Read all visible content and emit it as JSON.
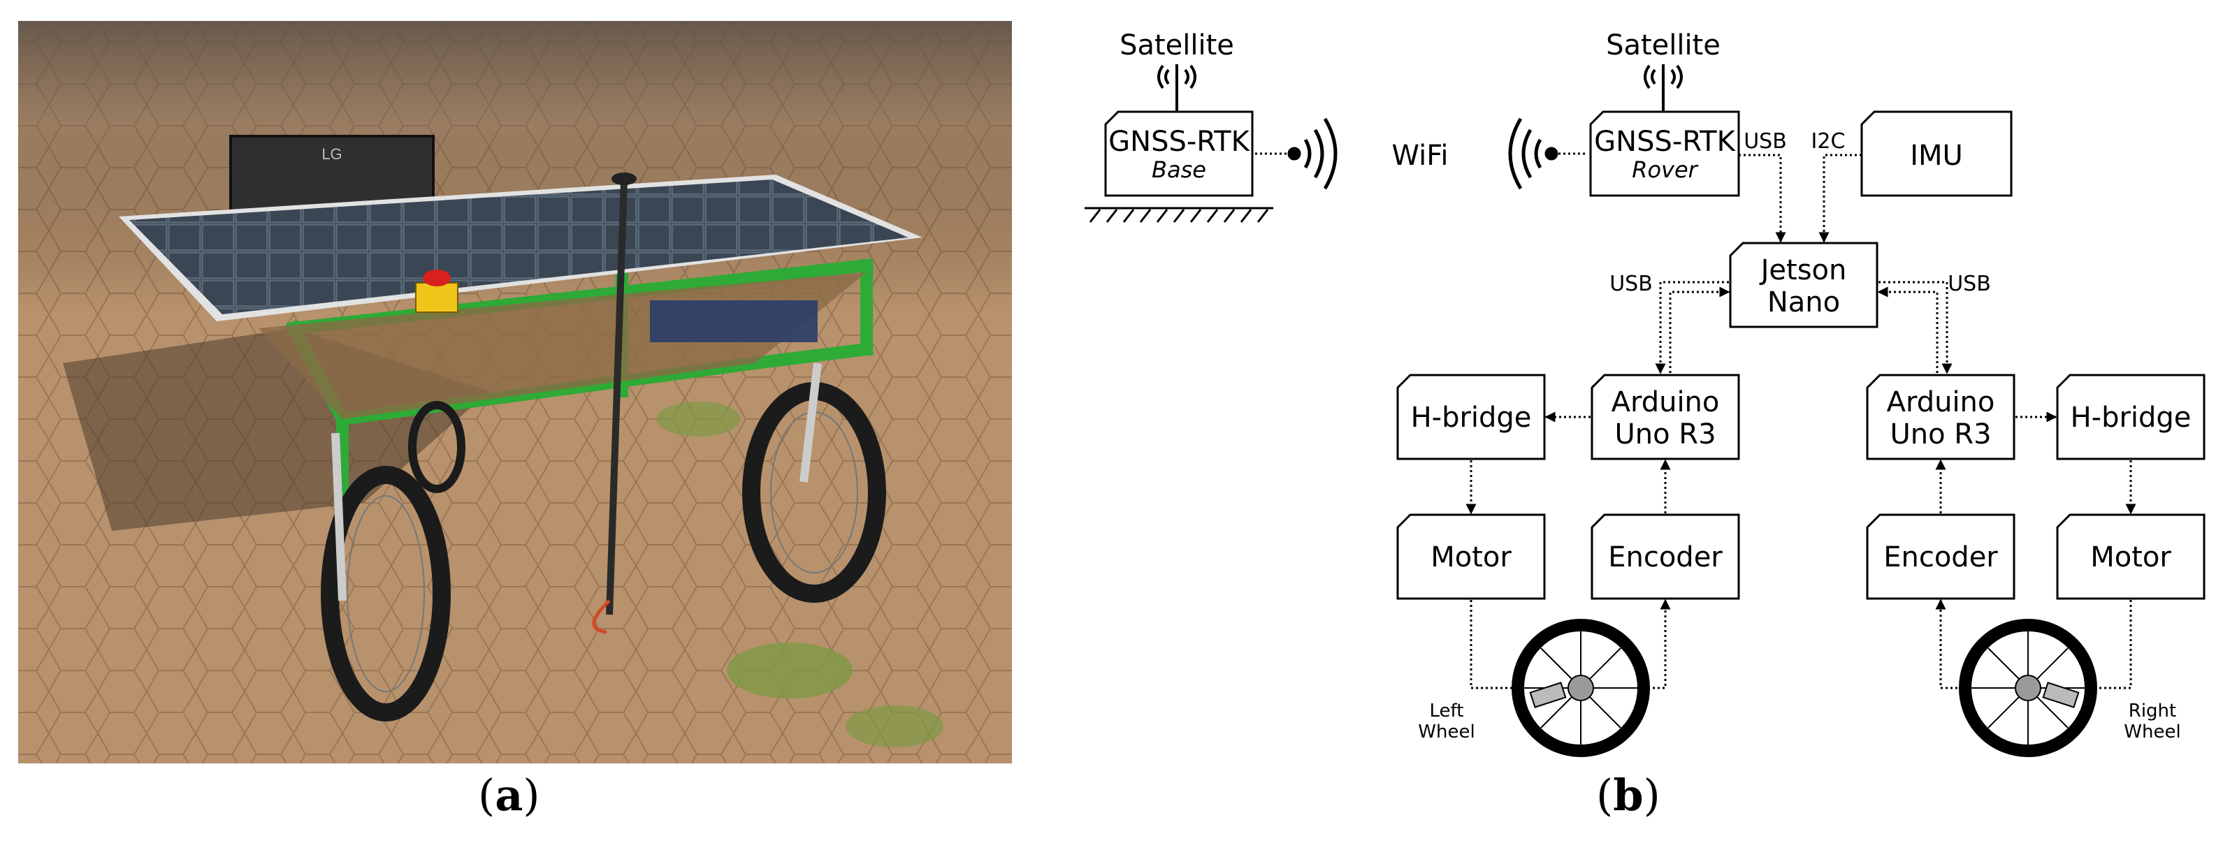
{
  "panel_a": {
    "caption_letter": "a",
    "monitor_brand": "LG",
    "colors": {
      "sky_soil": "#b08a66",
      "frame": "#2eaa36",
      "panel": "#3d4855",
      "panel_edge": "#e2e2e2",
      "estop": "#d8201c",
      "estop_base": "#f0c419"
    }
  },
  "panel_b": {
    "caption_letter": "b",
    "labels": {
      "satellite_left": "Satellite",
      "satellite_right": "Satellite",
      "wifi": "WiFi",
      "usb_rover": "USB",
      "i2c": "I2C",
      "usb_left": "USB",
      "usb_right": "USB",
      "left_wheel_1": "Left",
      "left_wheel_2": "Wheel",
      "right_wheel_1": "Right",
      "right_wheel_2": "Wheel"
    },
    "blocks": {
      "gnss_base": {
        "line1": "GNSS-RTK",
        "line2": "Base"
      },
      "gnss_rover": {
        "line1": "GNSS-RTK",
        "line2": "Rover"
      },
      "imu": {
        "line1": "IMU"
      },
      "jetson": {
        "line1": "Jetson",
        "line2": "Nano"
      },
      "arduino_left": {
        "line1": "Arduino",
        "line2": "Uno R3"
      },
      "arduino_right": {
        "line1": "Arduino",
        "line2": "Uno R3"
      },
      "hbridge_left": {
        "line1": "H-bridge"
      },
      "hbridge_right": {
        "line1": "H-bridge"
      },
      "motor_left": {
        "line1": "Motor"
      },
      "motor_right": {
        "line1": "Motor"
      },
      "encoder_left": {
        "line1": "Encoder"
      },
      "encoder_right": {
        "line1": "Encoder"
      }
    }
  }
}
